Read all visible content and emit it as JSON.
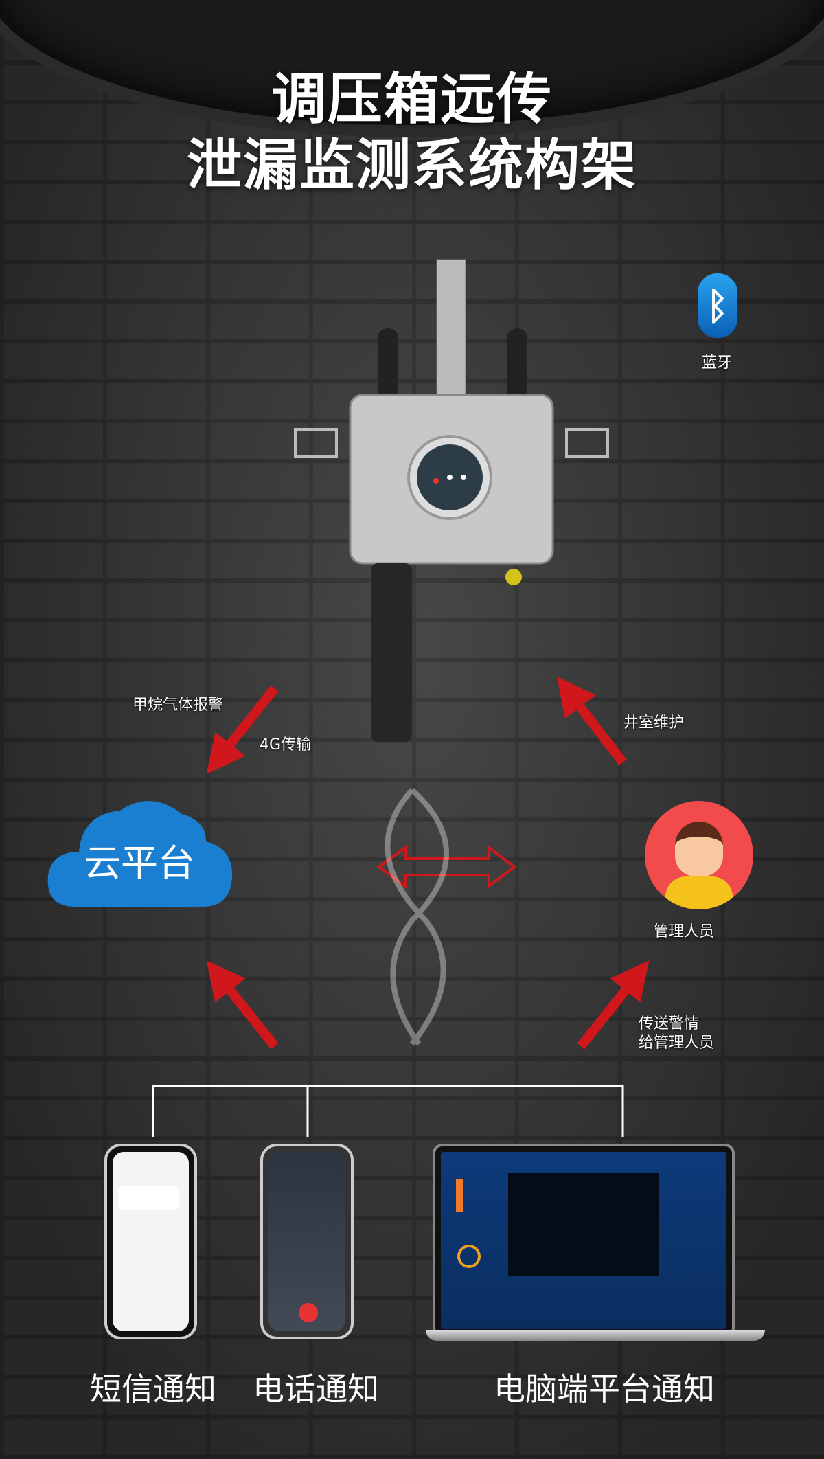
{
  "title": {
    "line1": "调压箱远传",
    "line2": "泄漏监测系统构架"
  },
  "bluetooth": {
    "label": "蓝牙"
  },
  "cloud": {
    "label": "云平台"
  },
  "manager": {
    "label": "管理人员"
  },
  "annotations": {
    "methane_alarm": "甲烷气体报警",
    "transmission": "4G传输",
    "well_maintenance": "井室维护",
    "send_alert_1": "传送警情",
    "send_alert_2": "给管理人员"
  },
  "notifications": [
    {
      "label": "短信通知"
    },
    {
      "label": "电话通知"
    },
    {
      "label": "电脑端平台通知"
    }
  ],
  "colors": {
    "arrow": "#d0181c",
    "cloud": "#1a7fd0",
    "bluetooth": "#1a84dc"
  }
}
